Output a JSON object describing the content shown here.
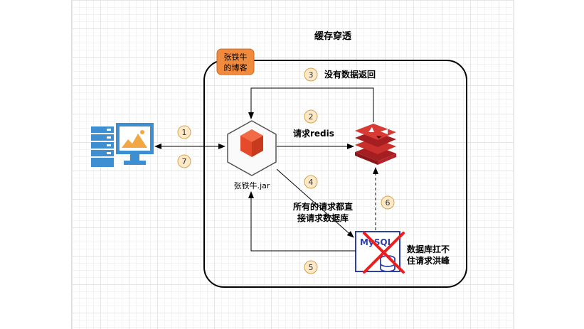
{
  "title": "缓存穿透",
  "watermark": [
    "张铁牛",
    "的博客"
  ],
  "app_label": "张铁牛.jar",
  "redis_label": "请求redis",
  "no_data_label": "没有数据返回",
  "direct_label": [
    "所有的请求都直",
    "接请求数据库"
  ],
  "db_fail_label": [
    "数据库扛不",
    "住请求洪峰"
  ],
  "mysql_text": "MySQL",
  "steps": [
    "1",
    "2",
    "3",
    "4",
    "5",
    "6",
    "7"
  ],
  "colors": {
    "step_fill": "#fde9c8",
    "step_stroke": "#d6a24a",
    "watermark_fill": "#f08a3c",
    "app_icon": "#e64a2a",
    "redis": "#c9302c",
    "mysql": "#2e3fa8",
    "cross": "#e8201f",
    "client": "#3d8fd1"
  }
}
